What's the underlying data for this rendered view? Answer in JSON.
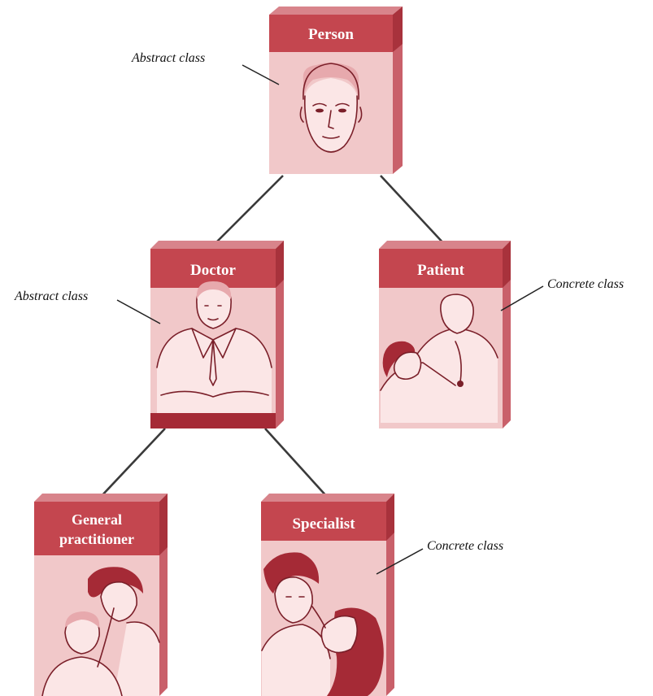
{
  "nodes": {
    "person": {
      "label": "Person",
      "annotation": "Abstract class"
    },
    "doctor": {
      "label": "Doctor",
      "annotation": "Abstract class"
    },
    "patient": {
      "label": "Patient",
      "annotation": "Concrete class"
    },
    "general_practitioner": {
      "label_line1": "General",
      "label_line2": "practitioner"
    },
    "specialist": {
      "label": "Specialist",
      "annotation": "Concrete class"
    }
  },
  "colors": {
    "header": "#c4464f",
    "box_front": "#f1c8c9",
    "box_side": "#c9606a",
    "connector": "#3a3a3a"
  },
  "icons": {
    "person": "man-face-portrait",
    "doctor": "seated-doctor-portrait",
    "patient": "doctor-examining-patient",
    "general_practitioner": "doctor-with-patient",
    "specialist": "doctor-examining-woman"
  }
}
